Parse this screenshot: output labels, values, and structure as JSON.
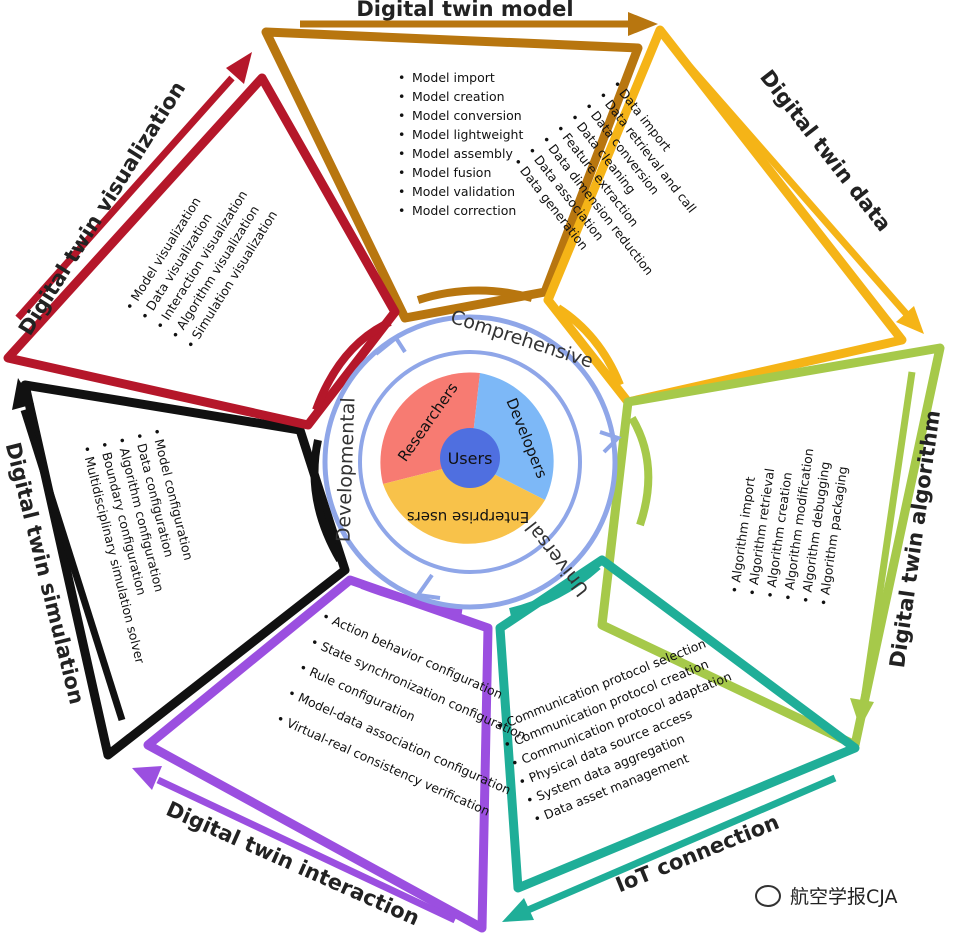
{
  "sectors": [
    {
      "id": "model",
      "title": "Digital twin model",
      "color": "#b8760f",
      "items": [
        "Model import",
        "Model creation",
        "Model conversion",
        "Model lightweight",
        "Model assembly",
        "Model fusion",
        "Model validation",
        "Model correction"
      ]
    },
    {
      "id": "data",
      "title": "Digital twin data",
      "color": "#f5b417",
      "items": [
        "Data import",
        "Data retrieval and call",
        "Data conversion",
        "Data cleaning",
        "Feature extraction",
        "Data dimension reduction",
        "Data association",
        "Data generation"
      ]
    },
    {
      "id": "algorithm",
      "title": "Digital twin algorithm",
      "color": "#a6c94a",
      "items": [
        "Algorithm import",
        "Algorithm retrieval",
        "Algorithm creation",
        "Algorithm modification",
        "Algorithm debugging",
        "Algorithm packaging"
      ]
    },
    {
      "id": "iot",
      "title": "IoT connection",
      "color": "#1fae98",
      "items": [
        "Communication protocol selection",
        "Communication protocol creation",
        "Communication protocol adaptation",
        "Physical data source access",
        "System data aggregation",
        "Data asset management"
      ]
    },
    {
      "id": "interaction",
      "title": "Digital twin interaction",
      "color": "#9b4fe0",
      "items": [
        "Action behavior configuration",
        "State synchronization configuration",
        "Rule configuration",
        "Model-data association configuration",
        "Virtual-real consistency verification"
      ]
    },
    {
      "id": "simulation",
      "title": "Digital twin simulation",
      "color": "#111111",
      "items": [
        "Model configuration",
        "Data configuration",
        "Algorithm configuration",
        "Boundary configuration",
        "Multidisciplinary simulation solver"
      ]
    },
    {
      "id": "visualization",
      "title": "Digital twin visualization",
      "color": "#b5172a",
      "items": [
        "Model visualization",
        "Data visualization",
        "Interaction visualization",
        "Algorithm visualization",
        "Simulation visualization"
      ]
    }
  ],
  "ring": [
    "Comprehensive",
    "Universal",
    "Developmental"
  ],
  "users": {
    "center": "Users",
    "groups": [
      {
        "label": "Researchers",
        "color": "#f77b72"
      },
      {
        "label": "Developers",
        "color": "#7db8f7"
      },
      {
        "label": "Enterprise users",
        "color": "#f8c24a"
      }
    ]
  },
  "footer": "航空学报CJA",
  "colors": {
    "ring_blue": "#8fa6e8",
    "users_center": "#4f6fe0"
  }
}
